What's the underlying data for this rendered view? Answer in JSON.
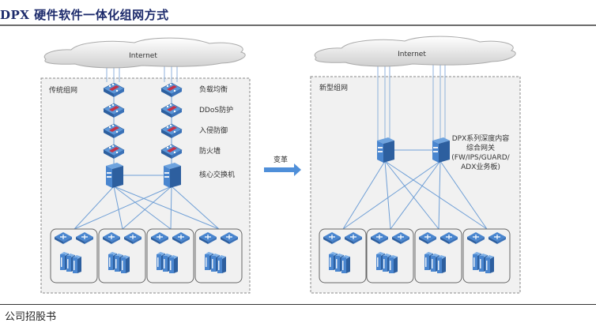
{
  "header": {
    "title": "DPX 硬件软件一体化组网方式"
  },
  "footer": {
    "text": "公司招股书"
  },
  "diagram": {
    "left": {
      "zone_label": "传统组网",
      "cloud_label": "Internet",
      "layers": [
        {
          "label": "负载均衡"
        },
        {
          "label": "DDoS防护"
        },
        {
          "label": "入侵防御"
        },
        {
          "label": "防火墙"
        },
        {
          "label": "核心交换机"
        }
      ],
      "access_groups": 4
    },
    "transition": {
      "label": "变革"
    },
    "right": {
      "zone_label": "新型组网",
      "cloud_label": "Internet",
      "gateway_label_lines": [
        "DPX系列深度内容",
        "综合网关",
        "(FW/IPS/GUARD/",
        "ADX业务板)"
      ],
      "access_groups": 4
    },
    "colors": {
      "device_blue": "#3d7cc9",
      "device_dark": "#2a5c9e",
      "link_blue": "#6f9fd6",
      "zone_fill": "#f1f1f1",
      "arrow_blue": "#4f8fd9"
    }
  }
}
